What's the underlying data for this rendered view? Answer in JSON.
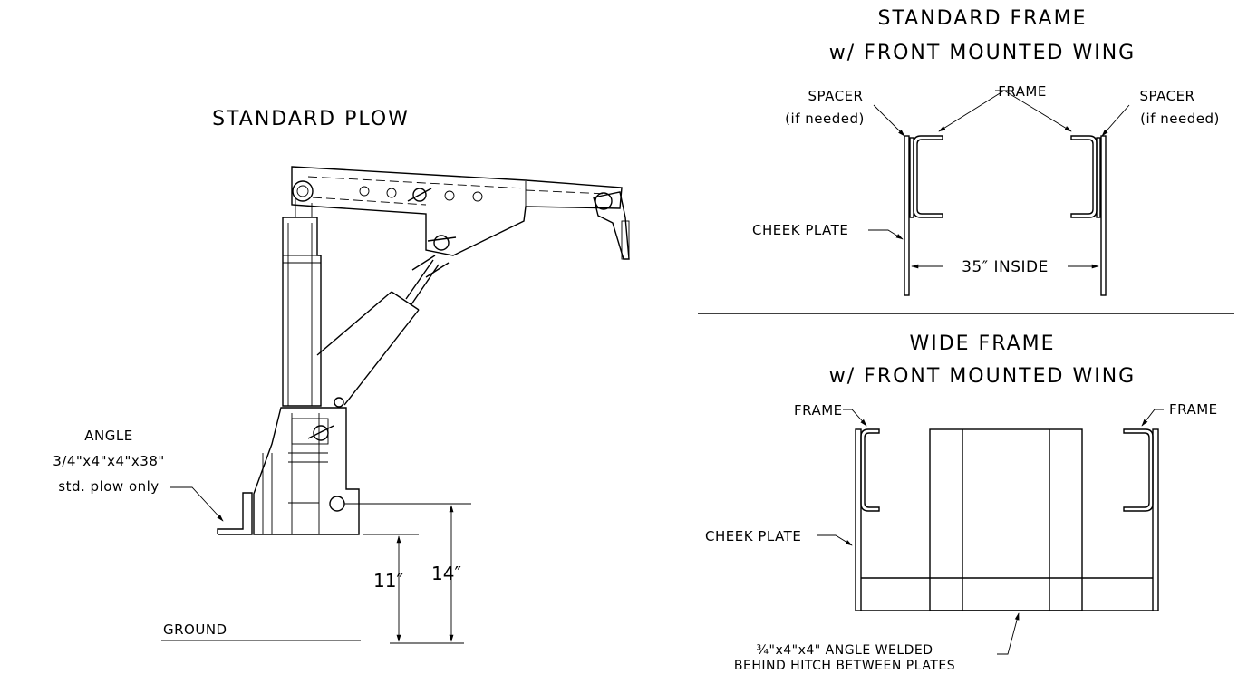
{
  "left_view": {
    "title": "STANDARD PLOW",
    "angle_label_1": "ANGLE",
    "angle_label_2": "3/4\"x4\"x4\"x38\"",
    "angle_label_3": "std. plow only",
    "dim_11": "11″",
    "dim_14": "14″",
    "ground_label": "GROUND"
  },
  "top_right_view": {
    "title_1": "STANDARD FRAME",
    "title_2": "w/ FRONT MOUNTED WING",
    "spacer_left_1": "SPACER",
    "spacer_left_2": "(if needed)",
    "frame_label": "FRAME",
    "spacer_right_1": "SPACER",
    "spacer_right_2": "(if needed)",
    "cheek_plate": "CHEEK PLATE",
    "inside_dim": "35″ INSIDE"
  },
  "bottom_right_view": {
    "title_1": "WIDE FRAME",
    "title_2": "w/ FRONT MOUNTED WING",
    "frame_left": "FRAME",
    "frame_right": "FRAME",
    "cheek_plate": "CHEEK PLATE",
    "angle_note_1": "¾\"x4\"x4\" ANGLE WELDED",
    "angle_note_2": "BEHIND HITCH BETWEEN PLATES"
  }
}
